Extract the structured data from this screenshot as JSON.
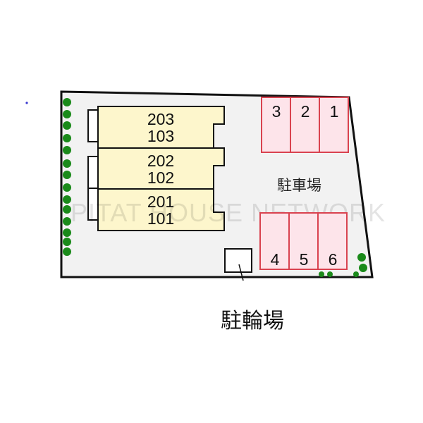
{
  "site": {
    "lot_fill": "#f2f2f2",
    "border_color": "#111111"
  },
  "building": {
    "fill": "#fdf6cc",
    "units": [
      {
        "upper": "203",
        "lower": "103"
      },
      {
        "upper": "202",
        "lower": "102"
      },
      {
        "upper": "201",
        "lower": "101"
      }
    ]
  },
  "parking": {
    "label": "駐車場",
    "fill": "#fde4ea",
    "stroke": "#d9424f",
    "top_row": [
      "3",
      "2",
      "1"
    ],
    "bottom_row": [
      "4",
      "5",
      "6"
    ]
  },
  "bicycle_parking": {
    "label": "駐輪場"
  },
  "trees": {
    "color": "#1a8a1a"
  },
  "watermark": {
    "text": "PITAT HOUSE NETWORK"
  }
}
